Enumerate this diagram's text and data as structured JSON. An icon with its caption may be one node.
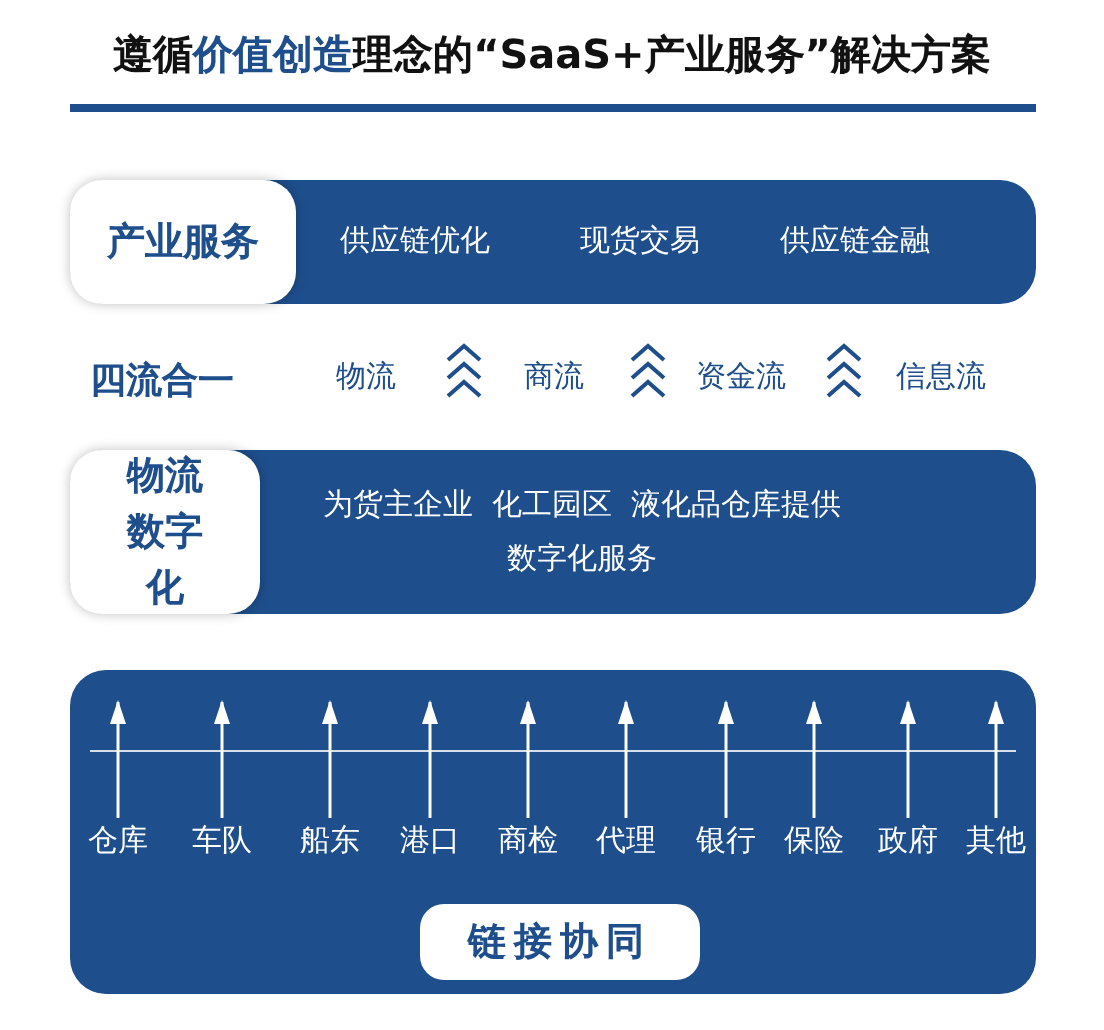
{
  "diagram": {
    "title": "遵循**价值创造**理念的“SaaS+产业服务”解决方案",
    "nodes": [
      {
        "text": [
          "产业服务",
          "供应链优化",
          "现货交易",
          "供应链金融"
        ]
      },
      {
        "text": [
          "物流数字化",
          "为货主企业  化工园区  液化品仓库提供数字化服务"
        ]
      },
      {
        "text": [],
        "shape": "box"
      },
      {
        "text": [
          "仓库"
        ],
        "in": 2
      },
      {
        "text": [
          "车队"
        ],
        "in": 2
      },
      {
        "text": [
          "船东"
        ],
        "in": 2
      },
      {
        "text": [
          "港口"
        ],
        "in": 2
      },
      {
        "text": [
          "商检"
        ],
        "in": 2
      },
      {
        "text": [
          "代理"
        ],
        "in": 2
      },
      {
        "text": [
          "银行"
        ],
        "in": 2
      },
      {
        "text": [
          "保险"
        ],
        "in": 2
      },
      {
        "text": [
          "政府"
        ],
        "in": 2
      },
      {
        "text": [
          "其他"
        ],
        "in": 2
      },
      {
        "text": [
          "链接协同"
        ],
        "in": 2
      }
    ],
    "edges": [
      {
        "from": 3,
        "to": null,
        "arrow": "to"
      },
      {
        "from": 4,
        "to": null,
        "arrow": "to"
      },
      {
        "from": 5,
        "to": null,
        "arrow": "to"
      },
      {
        "from": 6,
        "to": null,
        "arrow": "to"
      },
      {
        "from": 7,
        "to": null,
        "arrow": "to"
      },
      {
        "from": 8,
        "to": null,
        "arrow": "to"
      },
      {
        "from": 9,
        "to": null,
        "arrow": "to"
      },
      {
        "from": 10,
        "to": null,
        "arrow": "to"
      },
      {
        "from": 11,
        "to": null,
        "arrow": "to"
      },
      {
        "from": 12,
        "to": null,
        "arrow": "to"
      }
    ],
    "labels": [
      "四流合一",
      "物流",
      "商流",
      "资金流",
      "信息流"
    ]
  }
}
